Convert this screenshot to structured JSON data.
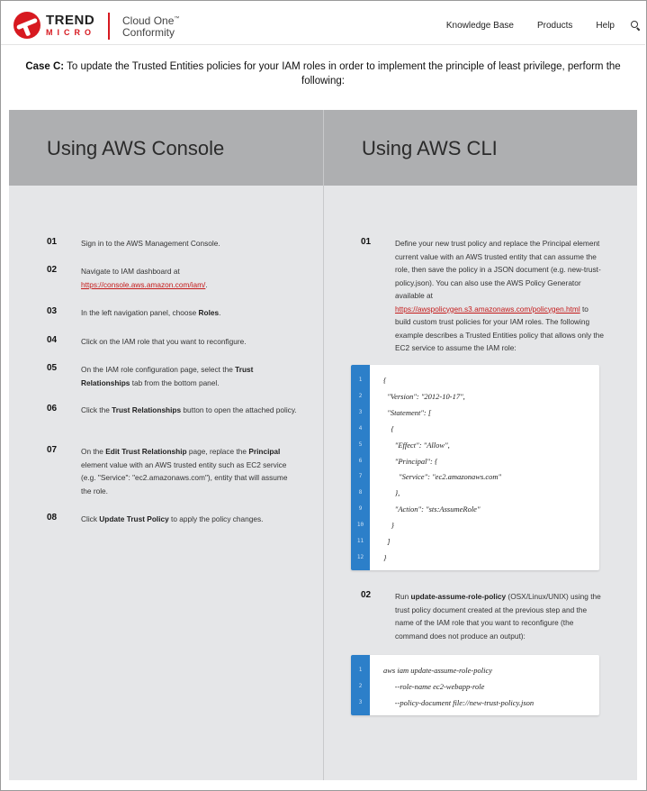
{
  "header": {
    "brand_top": "TREND",
    "brand_bottom": "MICRO",
    "product_line1": "Cloud One",
    "product_tm": "™",
    "product_line2": "Conformity",
    "nav": [
      "Knowledge Base",
      "Products",
      "Help"
    ],
    "search_icon": "search-icon"
  },
  "case": {
    "label": "Case C:",
    "text": " To update the Trusted Entities policies for your IAM roles in order to implement the principle of least privilege, perform the following:"
  },
  "console": {
    "title": "Using AWS Console",
    "steps": [
      {
        "num": "01",
        "parts": [
          {
            "t": "Sign in to the AWS Management Console."
          }
        ]
      },
      {
        "num": "02",
        "parts": [
          {
            "t": "Navigate to IAM dashboard at "
          },
          {
            "t": "https://console.aws.amazon.com/iam/",
            "link": true
          },
          {
            "t": "."
          }
        ]
      },
      {
        "num": "03",
        "parts": [
          {
            "t": "In the left navigation panel, choose "
          },
          {
            "t": "Roles",
            "b": true
          },
          {
            "t": "."
          }
        ]
      },
      {
        "num": "04",
        "parts": [
          {
            "t": "Click on the IAM role that you want to reconfigure."
          }
        ]
      },
      {
        "num": "05",
        "parts": [
          {
            "t": "On the IAM role configuration page, select the "
          },
          {
            "t": "Trust Relationships",
            "b": true
          },
          {
            "t": " tab from the bottom panel."
          }
        ]
      },
      {
        "num": "06",
        "parts": [
          {
            "t": "Click the "
          },
          {
            "t": "Trust Relationships",
            "b": true
          },
          {
            "t": " button to open the attached policy."
          }
        ]
      },
      {
        "num": "07",
        "parts": [
          {
            "t": "On the "
          },
          {
            "t": "Edit Trust Relationship",
            "b": true
          },
          {
            "t": " page, replace the "
          },
          {
            "t": "Principal",
            "b": true
          },
          {
            "t": " element value with an AWS trusted entity such as EC2 service (e.g. \"Service\": \"ec2.amazonaws.com\"), entity that will assume the role."
          }
        ]
      },
      {
        "num": "08",
        "parts": [
          {
            "t": "Click "
          },
          {
            "t": "Update Trust Policy",
            "b": true
          },
          {
            "t": " to apply the policy changes."
          }
        ]
      }
    ]
  },
  "cli": {
    "title": "Using AWS CLI",
    "steps": [
      {
        "num": "01",
        "parts": [
          {
            "t": "Define your new trust policy and replace the Principal element current value with an AWS trusted entity that can assume the role, then save the policy in a JSON document (e.g. new-trust-policy.json). You can also use the AWS Policy Generator available at "
          },
          {
            "t": "https://awspolicygen.s3.amazonaws.com/policygen.html",
            "link": true
          },
          {
            "t": " to build custom trust policies for your IAM roles. The following example describes a Trusted Entities policy that allows only the EC2 service to assume the IAM role:"
          }
        ]
      },
      {
        "num": "02",
        "parts": [
          {
            "t": "Run "
          },
          {
            "t": "update-assume-role-policy",
            "b": true
          },
          {
            "t": " (OSX/Linux/UNIX) using the trust policy document created at the previous step and the name of the IAM role that you want to reconfigure (the command does not produce an output):"
          }
        ]
      }
    ],
    "code1": [
      "{",
      "  \"Version\": \"2012-10-17\",",
      "  \"Statement\": [",
      "    {",
      "      \"Effect\": \"Allow\",",
      "      \"Principal\": {",
      "        \"Service\": \"ec2.amazonaws.com\"",
      "      },",
      "      \"Action\": \"sts:AssumeRole\"",
      "    }",
      "  ]",
      "}"
    ],
    "code2": [
      "aws iam update-assume-role-policy",
      "      --role-name ec2-webapp-role",
      "      --policy-document file://new-trust-policy.json"
    ]
  }
}
